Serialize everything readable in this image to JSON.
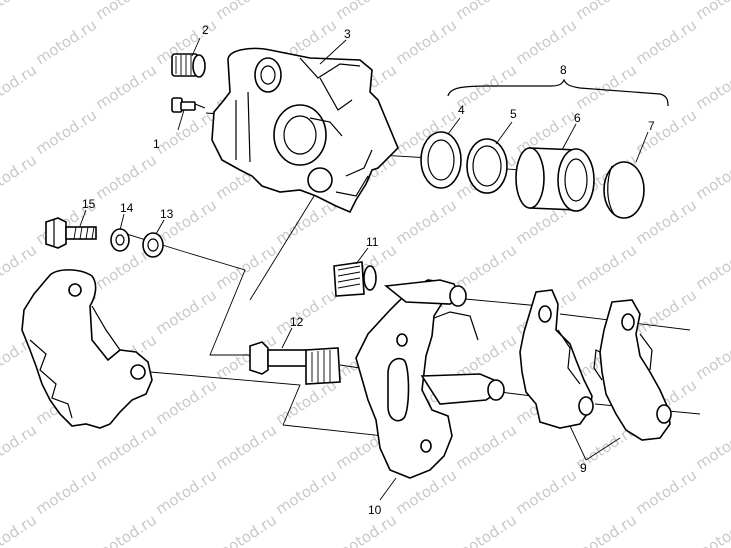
{
  "watermark": "motod.ru",
  "callouts": {
    "c1": "1",
    "c2": "2",
    "c3": "3",
    "c4": "4",
    "c5": "5",
    "c6": "6",
    "c7": "7",
    "c8": "8",
    "c9": "9",
    "c10": "10",
    "c11": "11",
    "c12": "12",
    "c13": "13",
    "c14": "14",
    "c15": "15"
  }
}
